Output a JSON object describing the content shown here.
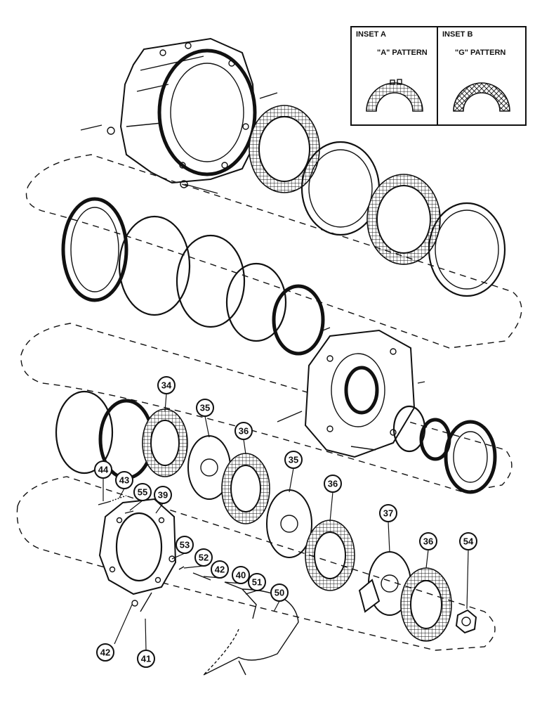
{
  "insets": [
    {
      "title": "INSET A",
      "pattern": "\"A\" PATTERN"
    },
    {
      "title": "INSET B",
      "pattern": "\"G\" PATTERN"
    }
  ],
  "callouts": [
    "34",
    "35",
    "36",
    "35",
    "36",
    "37",
    "36",
    "54",
    "44",
    "43",
    "55",
    "39",
    "53",
    "52",
    "42",
    "40",
    "51",
    "50",
    "42",
    "41"
  ]
}
